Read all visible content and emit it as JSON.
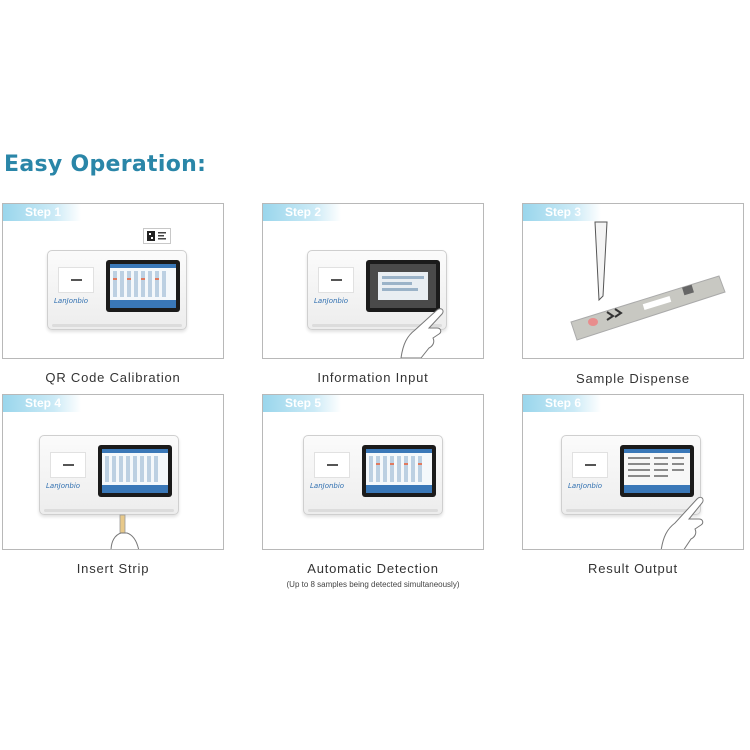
{
  "heading": "Easy Operation:",
  "colors": {
    "accent": "#2a86a8",
    "badge": "#9ad6ec",
    "card_border": "#b8b8b8"
  },
  "device_logo": "LanJonbio",
  "steps": [
    {
      "badge": "Step 1",
      "caption": "QR Code Calibration"
    },
    {
      "badge": "Step 2",
      "caption": "Information Input"
    },
    {
      "badge": "Step 3",
      "caption": "Sample Dispense"
    },
    {
      "badge": "Step 4",
      "caption": "Insert Strip"
    },
    {
      "badge": "Step 5",
      "caption": "Automatic Detection",
      "note": "(Up to 8 samples being detected simultaneously)"
    },
    {
      "badge": "Step 6",
      "caption": "Result Output"
    }
  ]
}
